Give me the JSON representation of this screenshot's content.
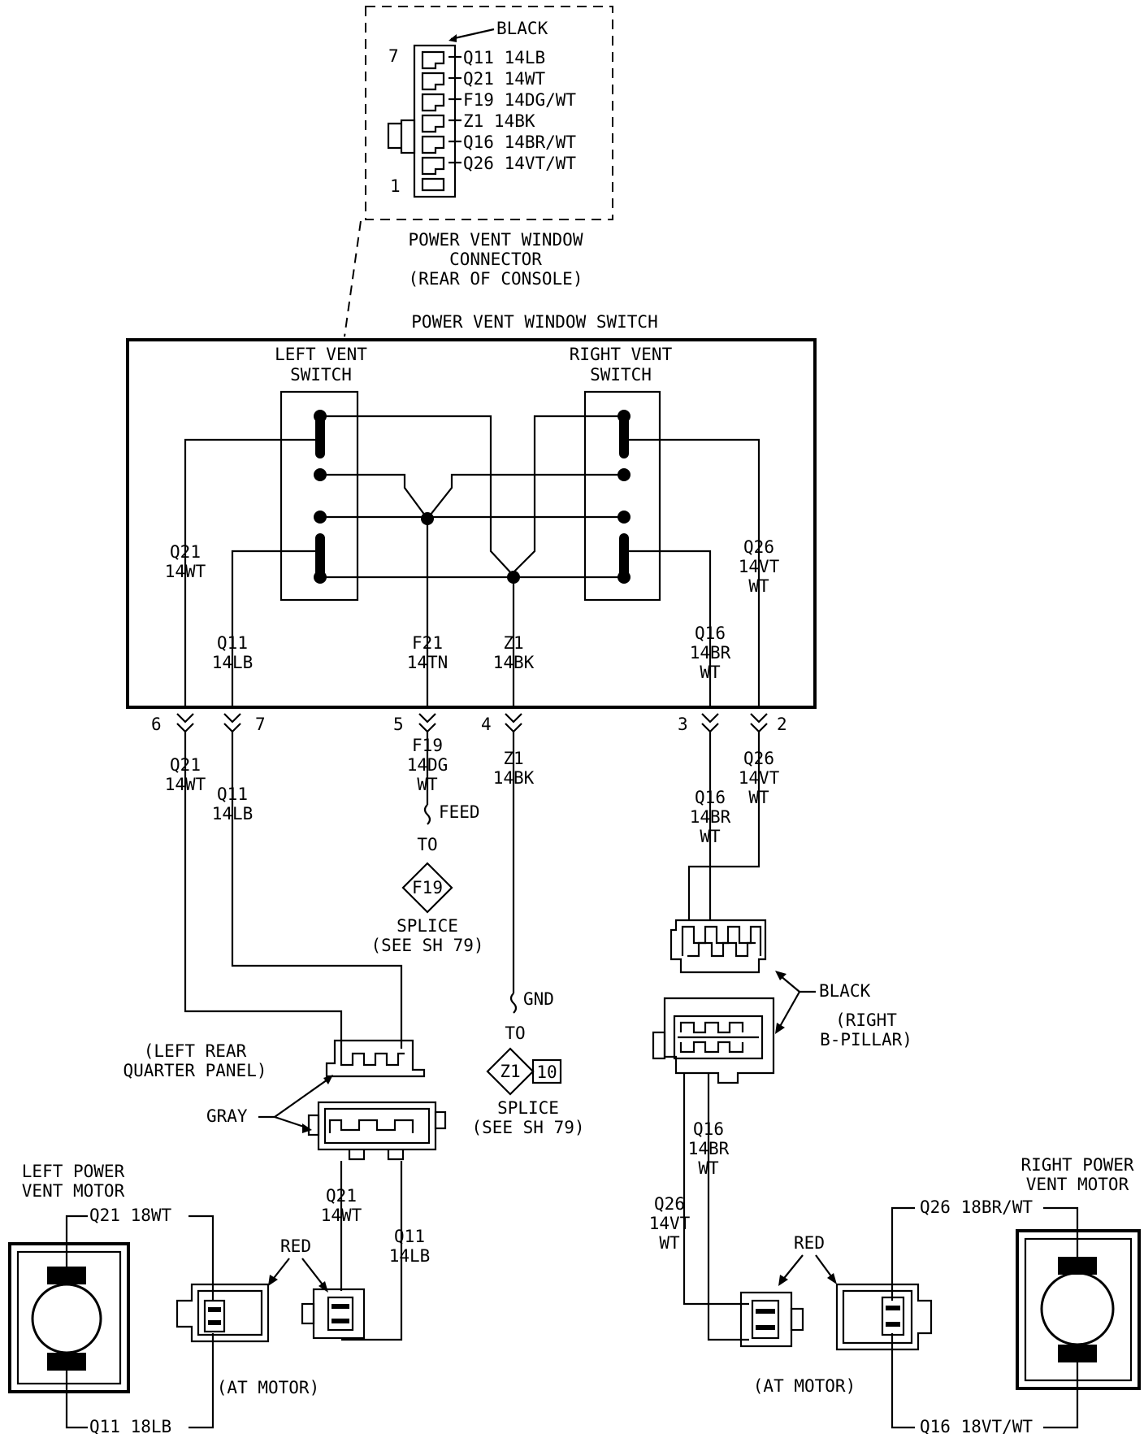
{
  "connector_top": {
    "color": "BLACK",
    "pin_top": "7",
    "pin_bottom": "1",
    "pins": [
      "Q11  14LB",
      "Q21  14WT",
      "F19  14DG/WT",
      "Z1  14BK",
      "Q16  14BR/WT",
      "Q26  14VT/WT"
    ],
    "caption": [
      "POWER VENT WINDOW",
      "CONNECTOR",
      "(REAR OF CONSOLE)"
    ]
  },
  "switch": {
    "title": "POWER VENT WINDOW SWITCH",
    "left_label": [
      "LEFT VENT",
      "SWITCH"
    ],
    "right_label": [
      "RIGHT VENT",
      "SWITCH"
    ],
    "inner_wires": {
      "q21": [
        "Q21",
        "14WT"
      ],
      "q11": [
        "Q11",
        "14LB"
      ],
      "f21": [
        "F21",
        "14TN"
      ],
      "z1": [
        "Z1",
        "14BK"
      ],
      "q16": [
        "Q16",
        "14BR",
        "WT"
      ],
      "q26": [
        "Q26",
        "14VT",
        "WT"
      ]
    }
  },
  "pins": {
    "p6": "6",
    "p7": "7",
    "p5": "5",
    "p4": "4",
    "p3": "3",
    "p2": "2"
  },
  "outer_wires": {
    "q21": [
      "Q21",
      "14WT"
    ],
    "q11": [
      "Q11",
      "14LB"
    ],
    "f19": [
      "F19",
      "14DG",
      "WT"
    ],
    "z1": [
      "Z1",
      "14BK"
    ],
    "q16": [
      "Q16",
      "14BR",
      "WT"
    ],
    "q26": [
      "Q26",
      "14VT",
      "WT"
    ]
  },
  "feed": {
    "label": "FEED",
    "to": "TO",
    "splice_id": "F19",
    "splice_label": [
      "SPLICE",
      "(SEE SH 79)"
    ]
  },
  "gnd": {
    "label": "GND",
    "to": "TO",
    "splice_id": "Z1",
    "splice_num": "10",
    "splice_label": [
      "SPLICE",
      "(SEE SH 79)"
    ]
  },
  "left_rear": {
    "label": [
      "(LEFT REAR",
      "QUARTER PANEL)"
    ],
    "gray": "GRAY",
    "wire_q21": [
      "Q21",
      "14WT"
    ],
    "wire_q11": [
      "Q11",
      "14LB"
    ]
  },
  "right_pillar": {
    "black": "BLACK",
    "label": [
      "(RIGHT",
      "B-PILLAR)"
    ],
    "wire_q16": [
      "Q16",
      "14BR",
      "WT"
    ],
    "wire_q26": [
      "Q26",
      "14VT",
      "WT"
    ]
  },
  "left_motor": {
    "title": [
      "LEFT POWER",
      "VENT MOTOR"
    ],
    "top_wire": "Q21  18WT",
    "bottom_wire": "Q11  18LB",
    "red": "RED",
    "at_motor": "(AT MOTOR)"
  },
  "right_motor": {
    "title": [
      "RIGHT POWER",
      "VENT MOTOR"
    ],
    "top_wire": "Q26  18BR/WT",
    "bottom_wire": "Q16  18VT/WT",
    "red": "RED",
    "at_motor": "(AT MOTOR)"
  }
}
